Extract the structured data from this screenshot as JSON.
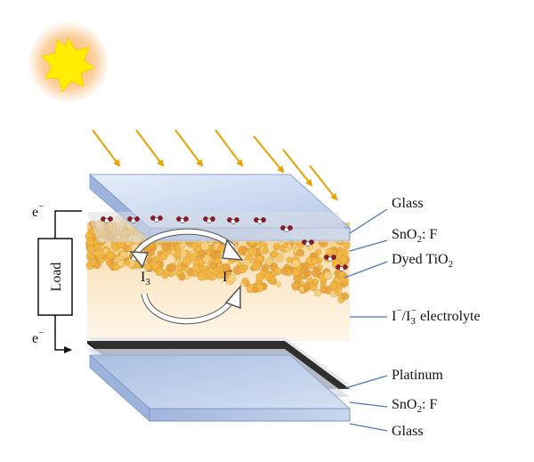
{
  "labels": {
    "glass_top": "Glass",
    "sno2_top_main": "SnO",
    "sno2_top_sub": "2",
    "sno2_top_tail": ": F",
    "dyed_main": "Dyed TiO",
    "dyed_sub": "2",
    "electrolyte_a": "I",
    "electrolyte_sup_a": "−",
    "electrolyte_b": "/I",
    "electrolyte_sub_b": "3",
    "electrolyte_sup_b": "−",
    "electrolyte_tail": " electrolyte",
    "platinum": "Platinum",
    "sno2_bottom_main": "SnO",
    "sno2_bottom_sub": "2",
    "sno2_bottom_tail": ": F",
    "glass_bottom": "Glass",
    "load": "Load",
    "electron_top": "e",
    "electron_top_sup": "−",
    "electron_bottom": "e",
    "electron_bottom_sup": "−",
    "i3_main": "I",
    "i3_sub": "3",
    "i3_sup": "−",
    "i_main": "I",
    "i_sup": "−"
  },
  "colors": {
    "glass": "#b9cbe8",
    "glass_edge": "#7b95c4",
    "tio2": "#f0b94a",
    "dye": "#8b1a2a",
    "electrolyte": "#fbe6c4",
    "platinum": "#2b2b2b",
    "sun": "#ffee00",
    "sun_glow": "#f7a955",
    "sunray": "#e8a100"
  },
  "icons": [
    "sun-icon",
    "sunlight-arrow-icon",
    "cycle-arrow-icon"
  ]
}
